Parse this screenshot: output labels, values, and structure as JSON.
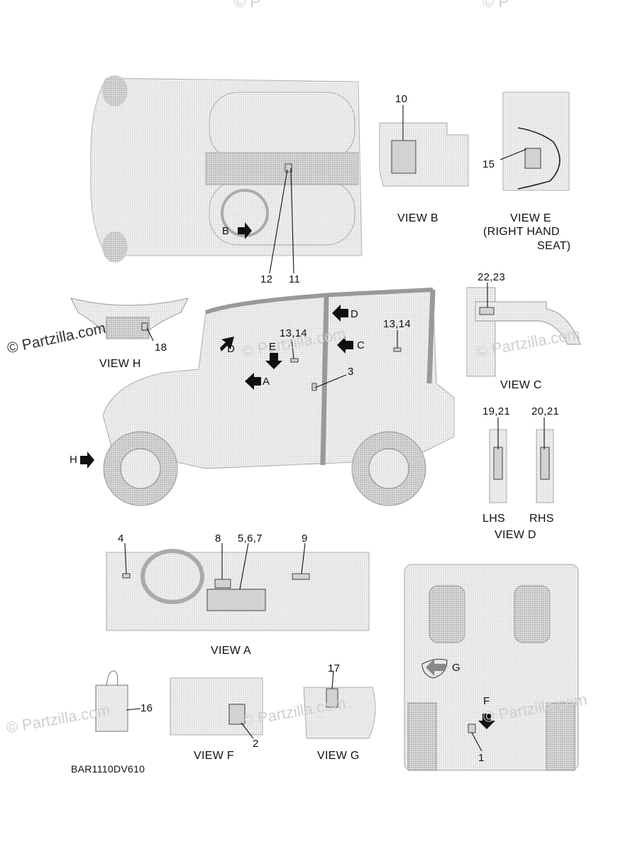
{
  "watermarks": {
    "left": "© Partzilla.com",
    "mid_right": "© Partzilla.com",
    "bottom_left": "© Partzilla.com",
    "bottom_mid": "© Partzilla.com",
    "bottom_right": "© Partzilla.com",
    "center": "© Partzilla.com",
    "top_edge_1": "© P",
    "top_edge_2": "© P"
  },
  "callouts": {
    "n1": "1",
    "n2": "2",
    "n3": "3",
    "n4": "4",
    "n567": "5,6,7",
    "n8": "8",
    "n9": "9",
    "n10": "10",
    "n11": "11",
    "n12": "12",
    "n1314a": "13,14",
    "n1314b": "13,14",
    "n15": "15",
    "n16": "16",
    "n17": "17",
    "n18": "18",
    "n1921": "19,21",
    "n2021": "20,21",
    "n2223": "22,23"
  },
  "arrows": {
    "A": "A",
    "B": "B",
    "C": "C",
    "D1": "D",
    "D2": "D",
    "E": "E",
    "F": "F",
    "G": "G",
    "H": "H"
  },
  "views": {
    "view_a": "VIEW A",
    "view_b": "VIEW B",
    "view_c": "VIEW C",
    "view_d": "VIEW D",
    "view_e_1": "VIEW E",
    "view_e_2": "(RIGHT HAND",
    "view_e_3": "SEAT)",
    "view_f": "VIEW F",
    "view_g": "VIEW G",
    "view_h": "VIEW H",
    "lhs": "LHS",
    "rhs": "RHS"
  },
  "part_code": "BAR1110DV610",
  "colors": {
    "drawing_fill": "#e9e9e9",
    "label_fill": "#cfcfcf",
    "stroke": "#9a9a9a",
    "ink": "#111111"
  }
}
